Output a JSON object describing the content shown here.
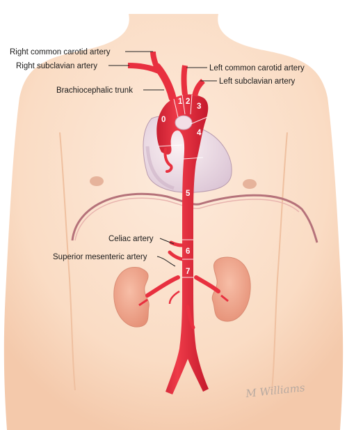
{
  "labels": {
    "right_common_carotid": "Right common carotid artery",
    "right_subclavian": "Right subclavian artery",
    "brachiocephalic": "Brachiocephalic trunk",
    "left_common_carotid": "Left common carotid artery",
    "left_subclavian": "Left subclavian artery",
    "celiac": "Celiac artery",
    "superior_mesenteric": "Superior mesenteric artery"
  },
  "segments": [
    "0",
    "1",
    "2",
    "3",
    "4",
    "5",
    "6",
    "7"
  ],
  "signature": "M Williams",
  "colors": {
    "skin": "#fbe3cf",
    "aorta": "#e8303f",
    "heart": "#f6e6ea",
    "kidney": "#f0a48a",
    "diaphragm": "#b5727a"
  }
}
